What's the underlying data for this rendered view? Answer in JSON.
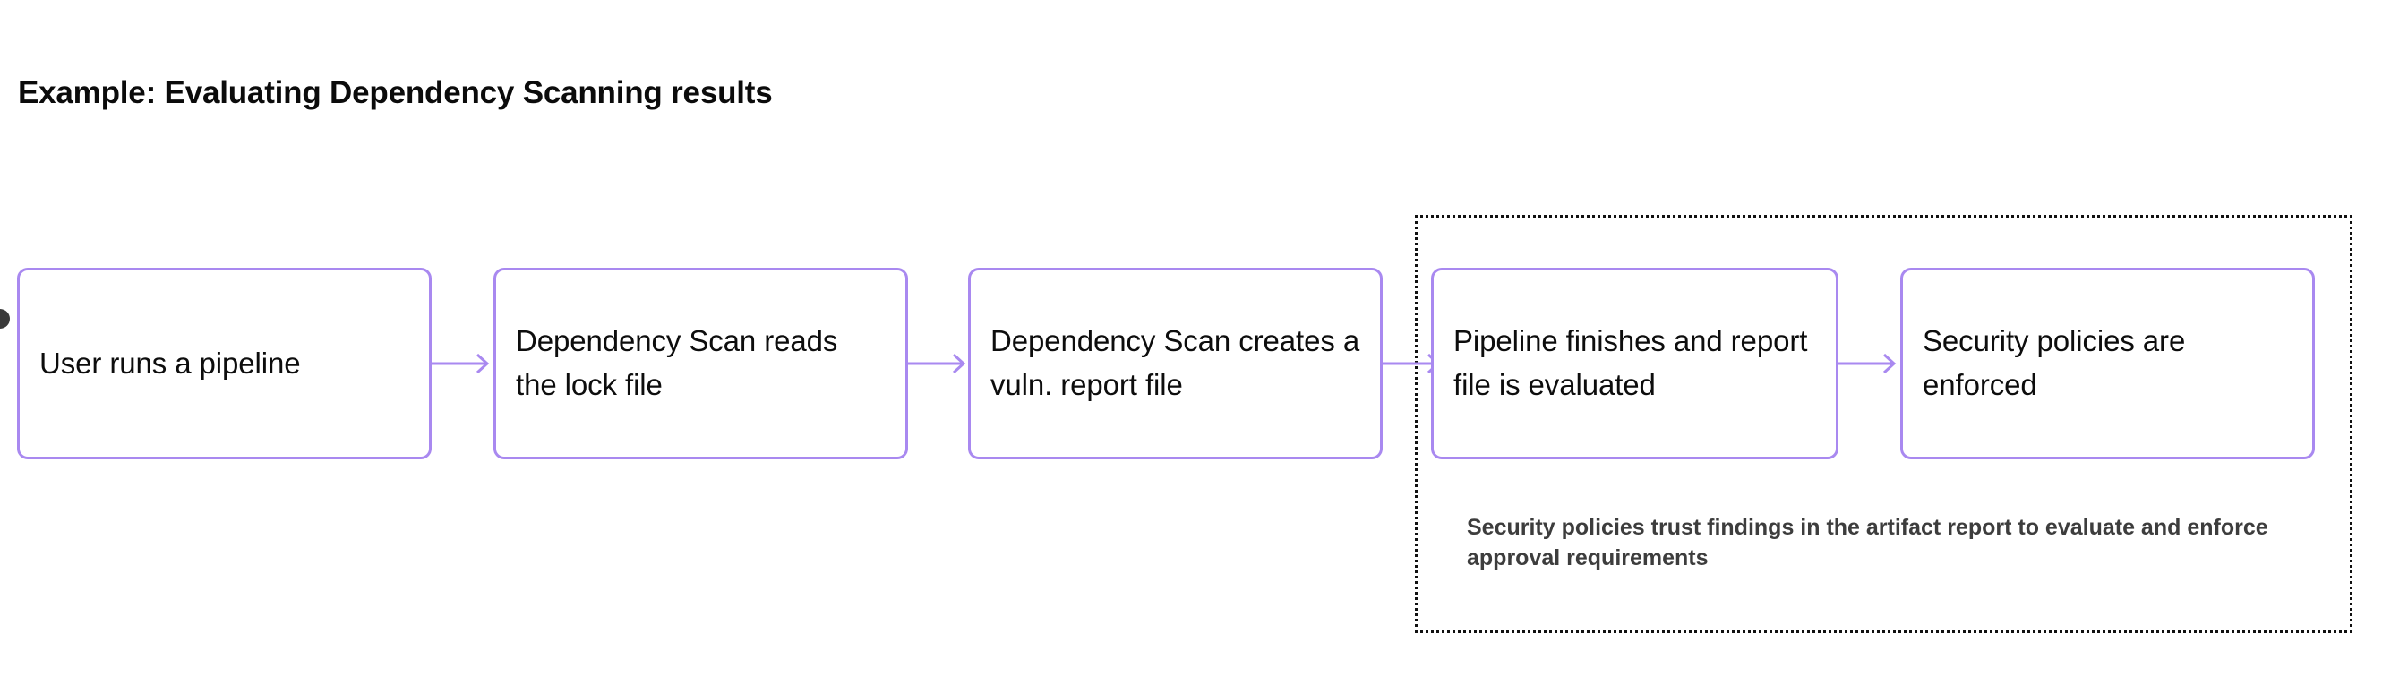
{
  "diagram": {
    "title": "Example: Evaluating Dependency Scanning results",
    "type": "flowchart",
    "colors": {
      "node_border": "#a989f0",
      "connector": "#a989f0",
      "group_border": "#111111",
      "title_text": "#0b0b0b",
      "node_text": "#0d0d0d",
      "caption_text": "#3d3d3d",
      "background": "#ffffff"
    },
    "nodes": [
      {
        "id": "node-1",
        "label": "User runs a pipeline"
      },
      {
        "id": "node-2",
        "label": "Dependency Scan reads the lock file"
      },
      {
        "id": "node-3",
        "label": "Dependency Scan creates a vuln. report file"
      },
      {
        "id": "node-4",
        "label": "Pipeline finishes and report file is evaluated"
      },
      {
        "id": "node-5",
        "label": "Security policies are enforced"
      }
    ],
    "connectors": [
      {
        "id": "conn-1",
        "from": "node-1",
        "to": "node-2",
        "style": "arrow-right"
      },
      {
        "id": "conn-2",
        "from": "node-2",
        "to": "node-3",
        "style": "arrow-right"
      },
      {
        "id": "conn-3",
        "from": "node-3",
        "to": "node-4",
        "style": "arrow-right"
      },
      {
        "id": "conn-4",
        "from": "node-4",
        "to": "node-5",
        "style": "arrow-right"
      }
    ],
    "group": {
      "members": [
        "node-4",
        "node-5"
      ],
      "border_style": "dotted",
      "caption": "Security policies trust findings in the artifact report to evaluate and enforce approval requirements"
    }
  }
}
